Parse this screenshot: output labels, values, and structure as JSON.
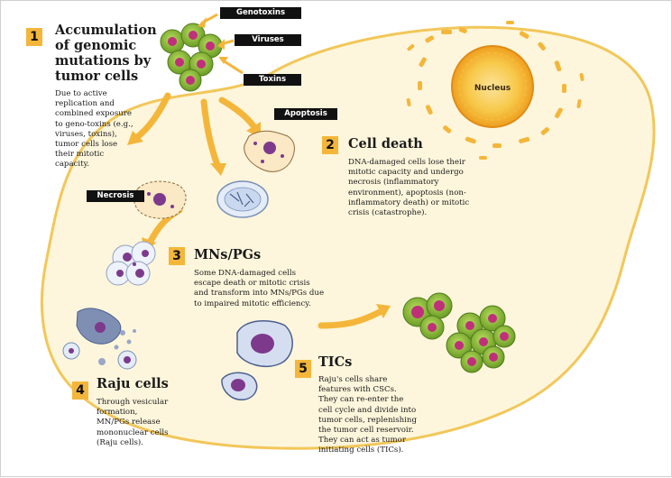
{
  "labels": {
    "nucleus": "Nucleus",
    "genotoxins": "Genotoxins",
    "viruses": "Viruses",
    "toxins": "Toxins",
    "apoptosis": "Apoptosis",
    "necrosis": "Necrosis"
  },
  "steps": [
    {
      "number": "1",
      "title": "Accumulation of genomic mutations by tumor cells",
      "text": "Due to active replication and combined exposure to geno-toxins (e.g., viruses, toxins), tumor cells lose their mitotic capacity."
    },
    {
      "number": "2",
      "title": "Cell death",
      "text": "DNA-damaged cells lose their mitotic capacity and undergo necrosis (inflammatory environment), apoptosis (non-inflammatory death) or mitotic crisis (catastrophe)."
    },
    {
      "number": "3",
      "title": "MNs/PGs",
      "text": "Some DNA-damaged cells escape death or mitotic crisis and transform into MNs/PGs due to impaired mitotic efficiency."
    },
    {
      "number": "4",
      "title": "Raju cells",
      "text": "Through vesicular formation, MN/PGs release mononuclear cells (Raju cells)."
    },
    {
      "number": "5",
      "title": "TICs",
      "text": "Raju's cells share features with CSCs. They can re-enter the cell cycle and divide into tumor cells, replenishing the tumor cell reservoir. They can act as tumor initiating cells (TICs)."
    }
  ],
  "colors": {
    "cytoplasm": "#fdf6dc",
    "membrane": "#f2c75a",
    "arrow": "#f4b63a",
    "tumor_cell": "#8fbf3a",
    "tumor_nucleus": "#c0307a",
    "badge": "#f4b63a"
  }
}
